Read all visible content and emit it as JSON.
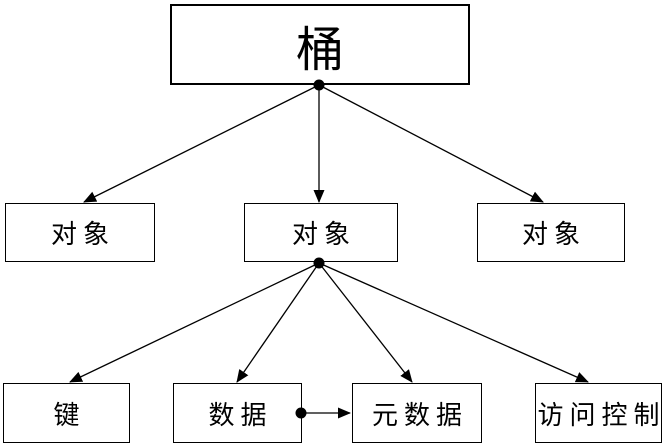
{
  "diagram": {
    "title": "bucket-object-structure-diagram",
    "background_color": "#ffffff",
    "line_color": "#000000",
    "nodes": {
      "bucket": "桶",
      "object1": "对象",
      "object2": "对象",
      "object3": "对象",
      "key": "键",
      "data": "数据",
      "metadata": "元数据",
      "access_control": "访问控制"
    },
    "edges": [
      {
        "from": "bucket",
        "to": "object1",
        "style": "arrow-with-source-dot"
      },
      {
        "from": "bucket",
        "to": "object2",
        "style": "arrow-with-source-dot"
      },
      {
        "from": "bucket",
        "to": "object3",
        "style": "arrow-with-source-dot"
      },
      {
        "from": "object2",
        "to": "key",
        "style": "arrow-with-source-dot"
      },
      {
        "from": "object2",
        "to": "data",
        "style": "arrow-with-source-dot"
      },
      {
        "from": "object2",
        "to": "metadata",
        "style": "arrow-with-source-dot"
      },
      {
        "from": "object2",
        "to": "access_control",
        "style": "arrow-with-source-dot"
      },
      {
        "from": "data",
        "to": "metadata",
        "style": "arrow-with-source-dot"
      }
    ]
  }
}
